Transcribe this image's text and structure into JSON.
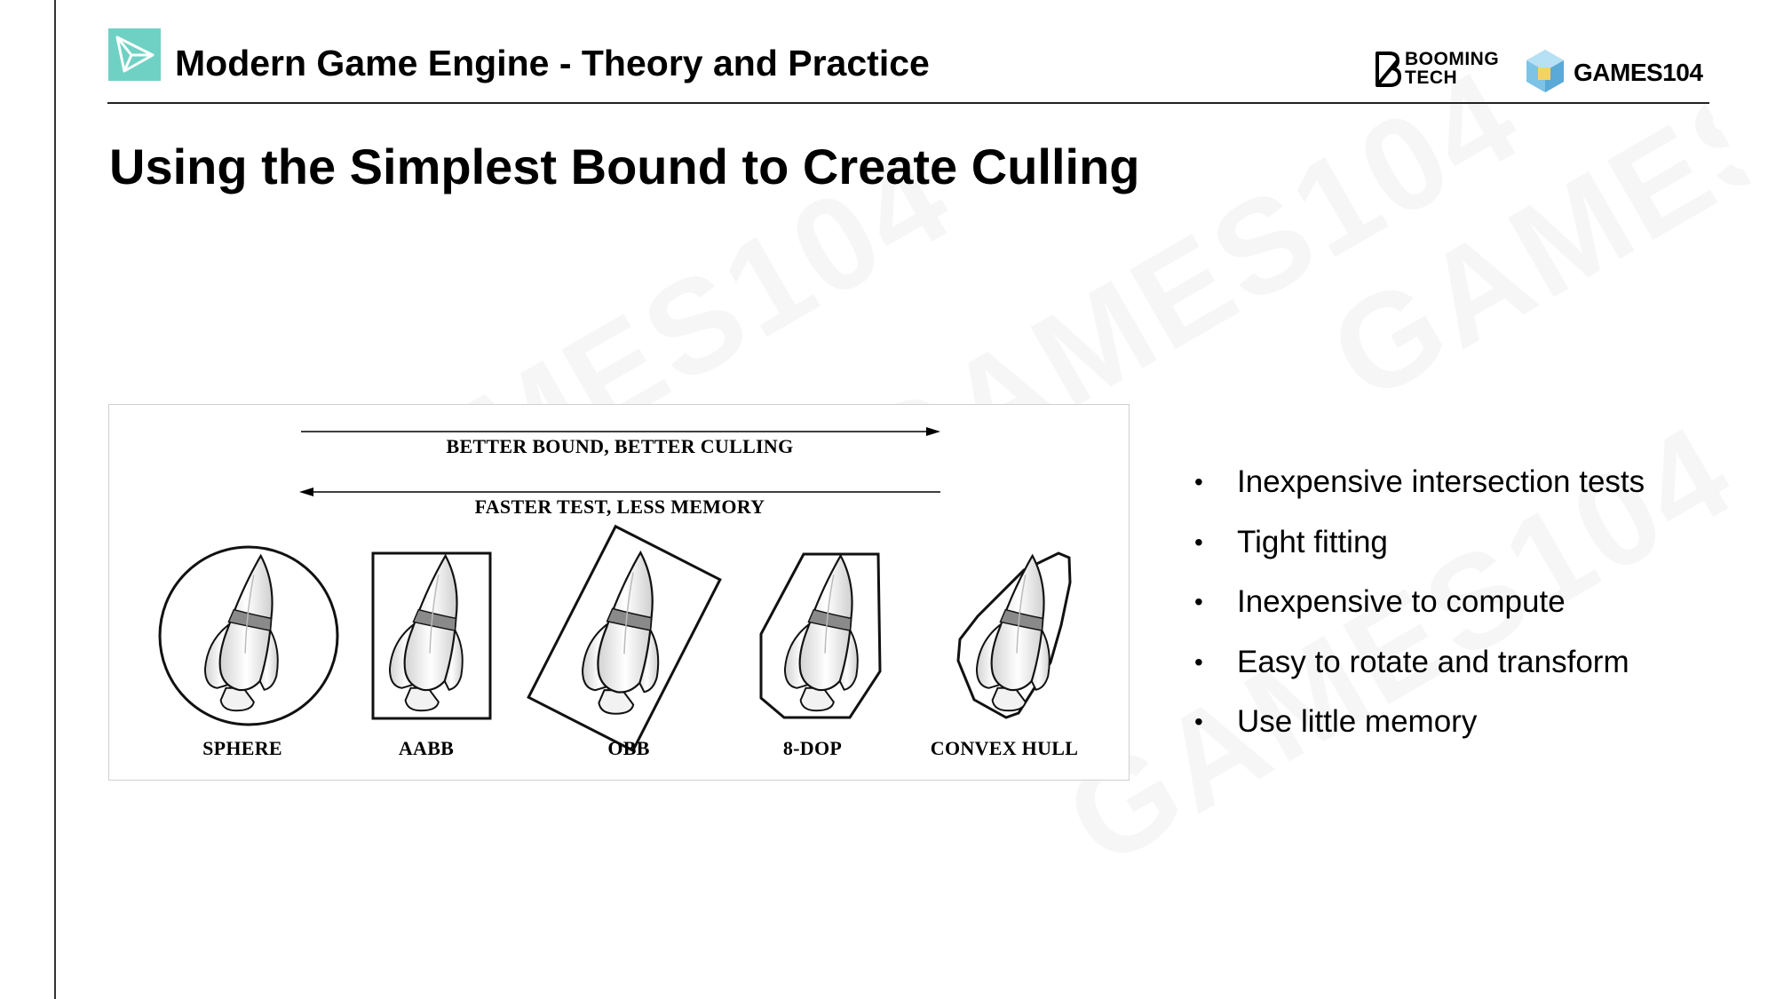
{
  "header": {
    "title": "Modern Game Engine - Theory and Practice",
    "brand_booming": "BOOMING\nTECH",
    "brand_games": "GAMES104"
  },
  "slide": {
    "title": "Using the Simplest Bound to Create Culling"
  },
  "diagram": {
    "arrow_right_label": "BETTER BOUND, BETTER CULLING",
    "arrow_left_label": "FASTER TEST, LESS MEMORY",
    "shapes": [
      "SPHERE",
      "AABB",
      "OBB",
      "8-DOP",
      "CONVEX HULL"
    ]
  },
  "bullets": [
    "Inexpensive intersection tests",
    "Tight fitting",
    "Inexpensive to compute",
    "Easy to rotate and transform",
    "Use little memory"
  ],
  "colors": {
    "logo_teal": "#6fd1c4",
    "games_cube_blue": "#7cc3e6",
    "rocket_band": "#8a8a8a"
  },
  "watermark": "GAMES104"
}
